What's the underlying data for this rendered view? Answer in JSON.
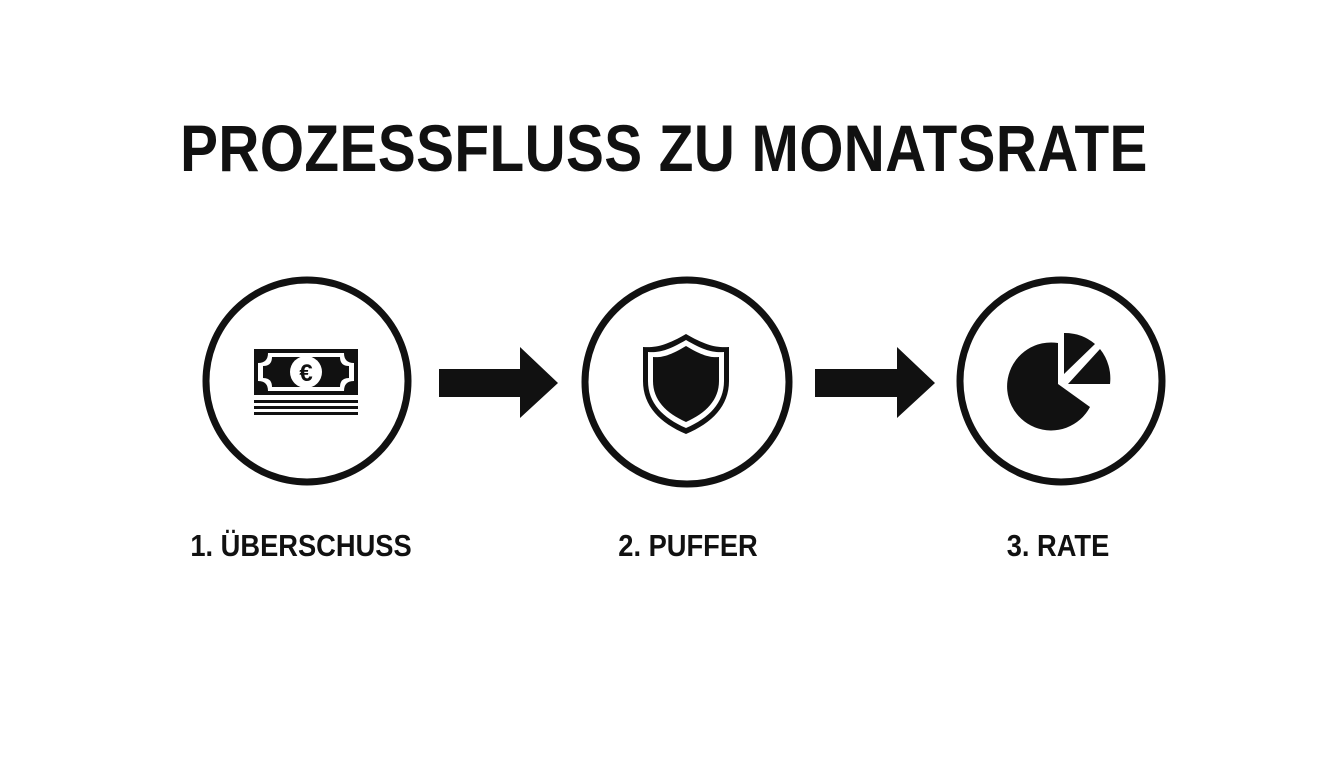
{
  "title": "PROZESSFLUSS ZU MONATSRATE",
  "colors": {
    "ink": "#111111",
    "background": "#ffffff"
  },
  "steps": [
    {
      "label": "1. ÜBERSCHUSS",
      "icon": "euro-banknotes-icon"
    },
    {
      "label": "2. PUFFER",
      "icon": "shield-icon"
    },
    {
      "label": "3. RATE",
      "icon": "pie-chart-icon"
    }
  ],
  "connectors": [
    "arrow-right-icon",
    "arrow-right-icon"
  ]
}
